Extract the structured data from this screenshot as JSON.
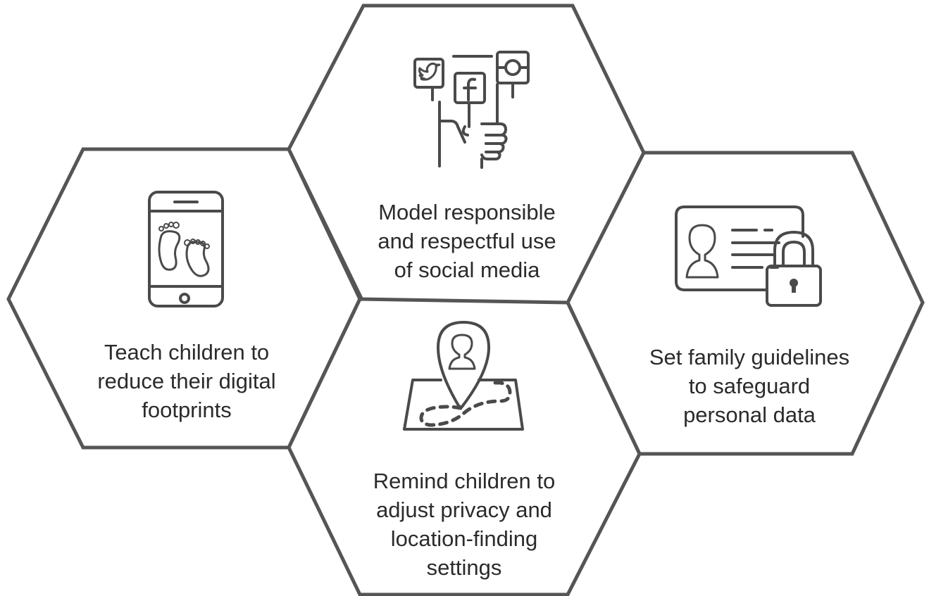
{
  "hexagons": {
    "social_media": {
      "icon": "social-media-hand-icon",
      "icon_badges": [
        "twitter",
        "facebook",
        "instagram"
      ],
      "lines": [
        "Model responsible",
        "and respectful use",
        "of social media"
      ]
    },
    "footprints": {
      "icon": "phone-footprints-icon",
      "lines": [
        "Teach children to",
        "reduce their digital",
        "footprints"
      ]
    },
    "personal_data": {
      "icon": "id-card-lock-icon",
      "lines": [
        "Set family guidelines",
        "to safeguard",
        "personal data"
      ]
    },
    "location": {
      "icon": "location-pin-map-icon",
      "lines": [
        "Remind children to",
        "adjust privacy and",
        "location-finding",
        "settings"
      ]
    }
  },
  "colors": {
    "outline": "#555555",
    "text": "#2b2b2b",
    "icon": "#4a4a4a",
    "background": "#ffffff"
  }
}
